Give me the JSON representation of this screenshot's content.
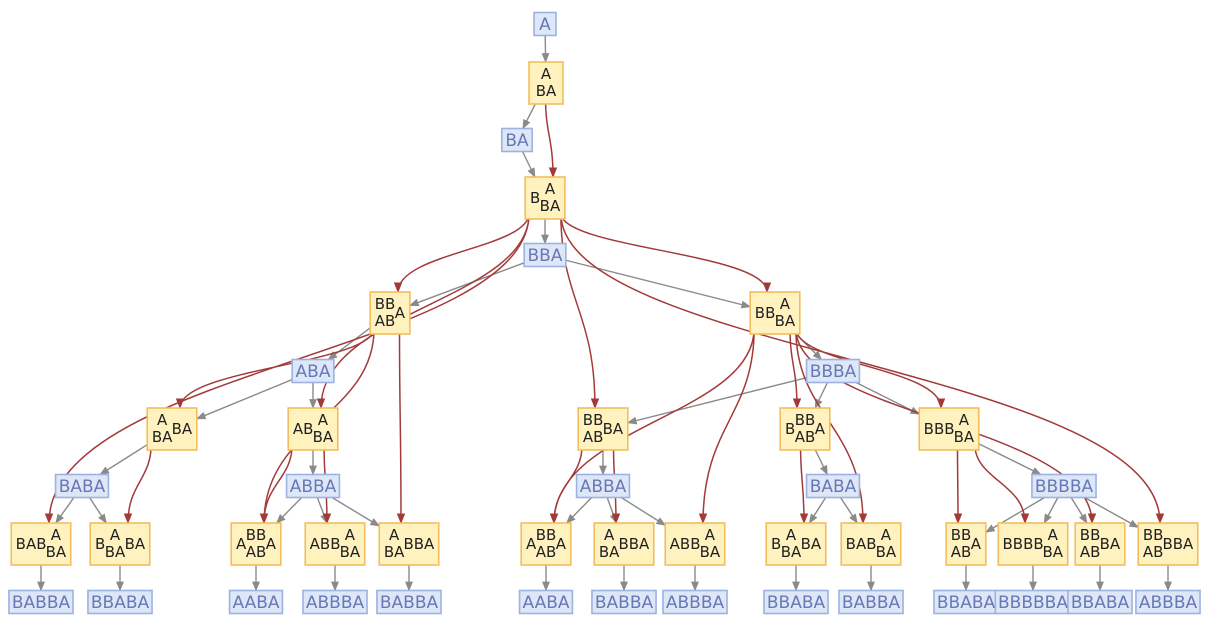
{
  "colors": {
    "state_fill": "#dde7f7",
    "state_stroke": "#9cb2e2",
    "state_text": "#6878b4",
    "event_fill": "#fff2bf",
    "event_stroke": "#f3bd5b",
    "event_text": "#1f1f1f",
    "causal_edge": "#a33a3a",
    "state_edge": "#8a8a8a"
  },
  "states": [
    {
      "id": "s0",
      "label": "A"
    },
    {
      "id": "s1",
      "label": "BA"
    },
    {
      "id": "s2",
      "label": "BBA"
    },
    {
      "id": "s3",
      "label": "ABA"
    },
    {
      "id": "s4",
      "label": "BBBA"
    },
    {
      "id": "s5",
      "label": "BABA"
    },
    {
      "id": "s6",
      "label": "ABBA"
    },
    {
      "id": "s7",
      "label": "ABBA"
    },
    {
      "id": "s8",
      "label": "BABA"
    },
    {
      "id": "s9",
      "label": "BBBBA"
    },
    {
      "id": "t1",
      "label": "BABBA"
    },
    {
      "id": "t2",
      "label": "BBABA"
    },
    {
      "id": "t3",
      "label": "AABA"
    },
    {
      "id": "t4",
      "label": "ABBBA"
    },
    {
      "id": "t5",
      "label": "BABBA"
    },
    {
      "id": "t6",
      "label": "AABA"
    },
    {
      "id": "t7",
      "label": "BABBA"
    },
    {
      "id": "t8",
      "label": "ABBBA"
    },
    {
      "id": "t9",
      "label": "BBABA"
    },
    {
      "id": "t10",
      "label": "BABBA"
    },
    {
      "id": "t11",
      "label": "BBABA"
    },
    {
      "id": "t12",
      "label": "BBBBBA"
    },
    {
      "id": "t13",
      "label": "BBABA"
    },
    {
      "id": "t14",
      "label": "ABBBA"
    }
  ],
  "events": [
    {
      "id": "e0",
      "parts": [
        "",
        "A",
        "BA",
        ""
      ]
    },
    {
      "id": "e1",
      "parts": [
        "B",
        "A",
        "BA",
        ""
      ]
    },
    {
      "id": "e2",
      "parts": [
        "",
        "BB",
        "AB",
        "A"
      ]
    },
    {
      "id": "e3",
      "parts": [
        "BB",
        "A",
        "BA",
        ""
      ]
    },
    {
      "id": "e4",
      "parts": [
        "",
        "A",
        "BA",
        "BA"
      ]
    },
    {
      "id": "e5",
      "parts": [
        "AB",
        "A",
        "BA",
        ""
      ]
    },
    {
      "id": "e6",
      "parts": [
        "",
        "BB",
        "AB",
        "BA"
      ]
    },
    {
      "id": "e7",
      "parts": [
        "B",
        "BB",
        "AB",
        "A"
      ]
    },
    {
      "id": "e8",
      "parts": [
        "BBB",
        "A",
        "BA",
        ""
      ]
    },
    {
      "id": "f1",
      "parts": [
        "BAB",
        "A",
        "BA",
        ""
      ]
    },
    {
      "id": "f2",
      "parts": [
        "B",
        "A",
        "BA",
        "BA"
      ]
    },
    {
      "id": "f3",
      "parts": [
        "A",
        "BB",
        "AB",
        "A"
      ]
    },
    {
      "id": "f4",
      "parts": [
        "ABB",
        "A",
        "BA",
        ""
      ]
    },
    {
      "id": "f5",
      "parts": [
        "",
        "A",
        "BA",
        "BBA"
      ]
    },
    {
      "id": "f6",
      "parts": [
        "A",
        "BB",
        "AB",
        "A"
      ]
    },
    {
      "id": "f7",
      "parts": [
        "",
        "A",
        "BA",
        "BBA"
      ]
    },
    {
      "id": "f8",
      "parts": [
        "ABB",
        "A",
        "BA",
        ""
      ]
    },
    {
      "id": "f9",
      "parts": [
        "B",
        "A",
        "BA",
        "BA"
      ]
    },
    {
      "id": "f10",
      "parts": [
        "BAB",
        "A",
        "BA",
        ""
      ]
    },
    {
      "id": "f11",
      "parts": [
        "",
        "BB",
        "AB",
        "A"
      ]
    },
    {
      "id": "f12",
      "parts": [
        "BBBB",
        "A",
        "BA",
        ""
      ]
    },
    {
      "id": "f13",
      "parts": [
        "",
        "BB",
        "AB",
        "BA"
      ]
    },
    {
      "id": "f14",
      "parts": [
        "",
        "BB",
        "AB",
        "BBA"
      ]
    }
  ]
}
